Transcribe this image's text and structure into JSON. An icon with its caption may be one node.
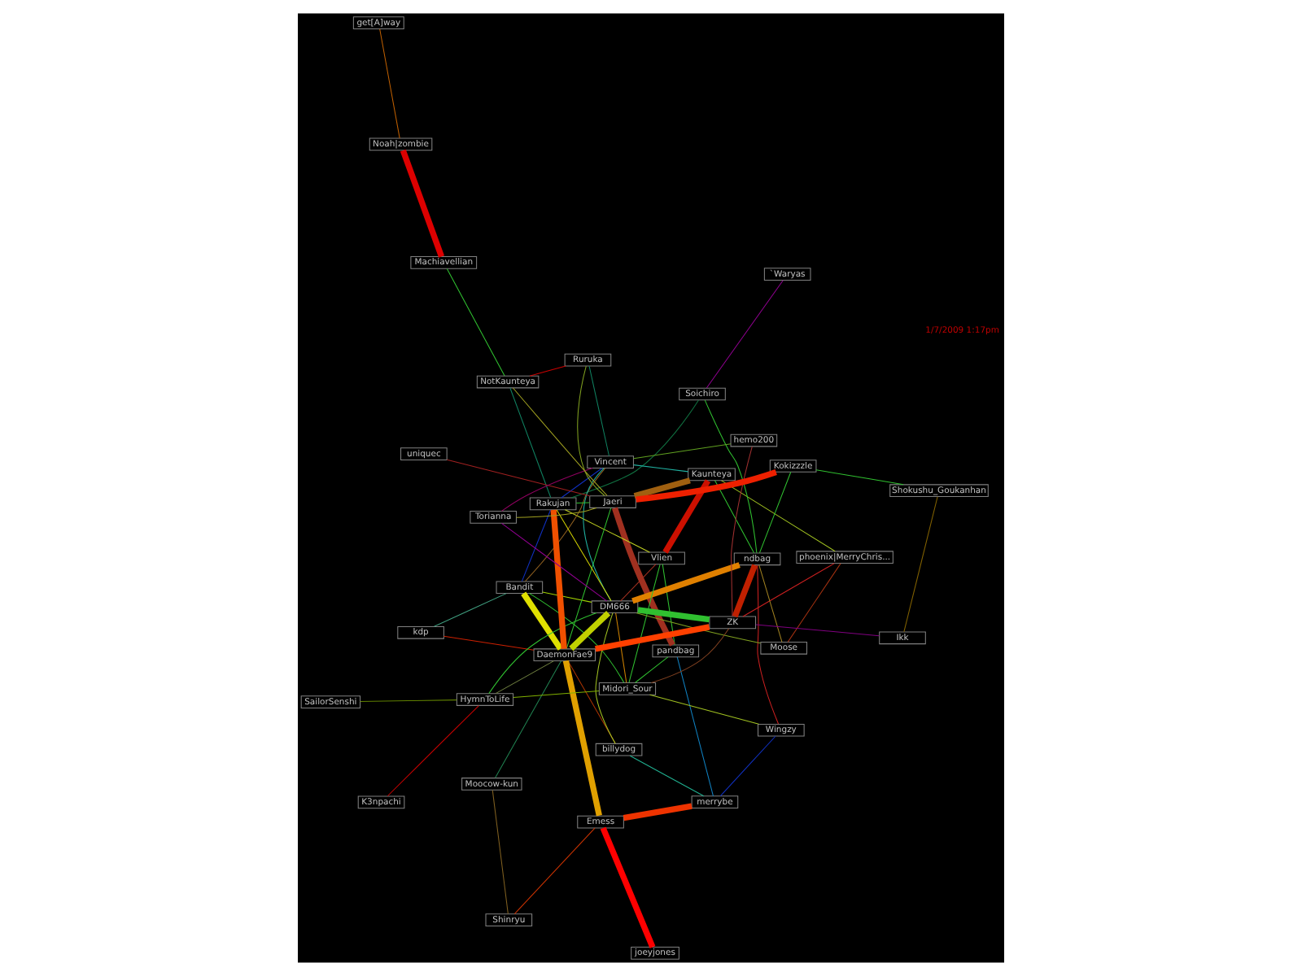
{
  "diagram": {
    "nodes": [
      {
        "text": [
          "Shinryu"
        ]
      },
      {
        "text": [
          "pandbag"
        ]
      },
      {
        "text": [
          "joeyjones"
        ]
      },
      {
        "text": [
          "phoenix|MerryChris..."
        ]
      },
      {
        "text": [
          "Wingzy"
        ]
      },
      {
        "text": [
          "merrybe"
        ]
      },
      {
        "text": [
          "Soichiro"
        ]
      },
      {
        "text": [
          "Moose"
        ]
      },
      {
        "text": [
          "ndbag"
        ]
      },
      {
        "text": [
          "Midori_Sour"
        ]
      },
      {
        "text": [
          "billydog"
        ]
      },
      {
        "text": [
          "Moocow-kun"
        ]
      },
      {
        "text": [
          "Vlien"
        ]
      },
      {
        "text": [
          "Emess"
        ]
      },
      {
        "text": [
          "`Waryas"
        ]
      },
      {
        "text": [
          "K3npachi"
        ]
      },
      {
        "text": [
          "kdp"
        ]
      },
      {
        "text": [
          "Bandit"
        ]
      },
      {
        "text": [
          "HymnToLife"
        ]
      },
      {
        "text": [
          "DaemonFae9"
        ]
      },
      {
        "text": [
          "ZK"
        ]
      },
      {
        "text": [
          "hemo200"
        ]
      },
      {
        "text": [
          "Kaunteya"
        ]
      },
      {
        "text": [
          "DM666"
        ]
      },
      {
        "text": [
          "Rakujan"
        ]
      },
      {
        "text": [
          "Vincent"
        ]
      },
      {
        "text": [
          "Shokushu_Goukanhan"
        ]
      },
      {
        "text": [
          "Jaeri"
        ]
      },
      {
        "text": [
          "uniquec"
        ]
      },
      {
        "text": [
          "Ikk"
        ]
      },
      {
        "text": [
          "SailorSenshi"
        ]
      },
      {
        "text": [
          "get[A]way"
        ]
      },
      {
        "text": [
          "Torianna"
        ]
      },
      {
        "text": [
          "Kokizzzle"
        ]
      },
      {
        "text": [
          "NotKaunteya"
        ]
      },
      {
        "text": [
          "Ruruka"
        ]
      },
      {
        "text": [
          "Machiavellian"
        ]
      },
      {
        "text": [
          "Noah|zombie"
        ]
      }
    ],
    "edges": [
      {
        "from": 0,
        "to": 13,
        "arrow": "none",
        "color": "#cc3300"
      },
      {
        "from": 11,
        "to": 0,
        "arrow": "none",
        "color": "#806020"
      },
      {
        "from": 2,
        "to": 13,
        "arrow": "none",
        "style": "thick",
        "color": "#ff0000"
      },
      {
        "from": 5,
        "to": 13,
        "arrow": "none",
        "style": "thick",
        "color": "#ee3300"
      },
      {
        "from": 5,
        "to": 10,
        "arrow": "none",
        "color": "#20b090"
      },
      {
        "from": 5,
        "to": 4,
        "arrow": "none",
        "color": "#1030c0"
      },
      {
        "from": 13,
        "to": 19,
        "arrow": "none",
        "style": "thick",
        "color": "#e0a000"
      },
      {
        "from": 10,
        "to": 19,
        "arrow": "none",
        "color": "#aa3300"
      },
      {
        "from": 10,
        "to": 23,
        "arrow": "none",
        "color": "#a0c020"
      },
      {
        "from": 18,
        "to": 15,
        "arrow": "none",
        "color": "#cc0000"
      },
      {
        "from": 18,
        "to": 30,
        "arrow": "none",
        "color": "#608000"
      },
      {
        "from": 18,
        "to": 9,
        "arrow": "none",
        "color": "#80b000"
      },
      {
        "from": 18,
        "to": 19,
        "arrow": "none",
        "color": "#708040"
      },
      {
        "from": 18,
        "to": 23,
        "arrow": "none"
      },
      {
        "from": 9,
        "to": 23,
        "arrow": "none",
        "color": "#cc8000"
      },
      {
        "from": 9,
        "to": 17,
        "arrow": "none"
      },
      {
        "from": 9,
        "to": 20,
        "arrow": "none",
        "color": "#804020"
      },
      {
        "from": 1,
        "to": 5,
        "arrow": "none",
        "color": "#1080c0"
      },
      {
        "from": 1,
        "to": 12,
        "arrow": "none"
      },
      {
        "from": 1,
        "to": 27,
        "arrow": "none",
        "style": "thick",
        "color": "#a03020"
      },
      {
        "from": 1,
        "to": 9,
        "arrow": "none"
      },
      {
        "from": 3,
        "to": 7,
        "arrow": "none",
        "color": "#a03010"
      },
      {
        "from": 3,
        "to": 20,
        "arrow": "none",
        "color": "#cc2020"
      },
      {
        "from": 3,
        "to": 22,
        "arrow": "none",
        "color": "#a0c020"
      },
      {
        "from": 4,
        "to": 8,
        "arrow": "none",
        "color": "#cc2020"
      },
      {
        "from": 4,
        "to": 9,
        "arrow": "none",
        "color": "#a0c020"
      },
      {
        "from": 6,
        "to": 8,
        "arrow": "none"
      },
      {
        "from": 6,
        "to": 14,
        "arrow": "none",
        "color": "#900090"
      },
      {
        "from": 6,
        "to": 24,
        "arrow": "none",
        "color": "#107040"
      },
      {
        "from": 11,
        "to": 19,
        "arrow": "none",
        "color": "#208050"
      },
      {
        "from": 12,
        "to": 22,
        "arrow": "none",
        "style": "thick",
        "color": "#cc1000"
      },
      {
        "from": 12,
        "to": 24,
        "arrow": "none",
        "color": "#c0d020"
      },
      {
        "from": 12,
        "to": 9,
        "arrow": "none"
      },
      {
        "from": 12,
        "to": 23,
        "arrow": "none",
        "color": "#a03020"
      },
      {
        "from": 7,
        "to": 8,
        "arrow": "none",
        "color": "#a08020"
      },
      {
        "from": 7,
        "to": 23,
        "arrow": "none",
        "color": "#80a020"
      },
      {
        "from": 8,
        "to": 20,
        "arrow": "none",
        "style": "thick",
        "color": "#c02000"
      },
      {
        "from": 8,
        "to": 23,
        "arrow": "none",
        "style": "thick",
        "color": "#e08000"
      },
      {
        "from": 8,
        "to": 22,
        "arrow": "none"
      },
      {
        "from": 17,
        "to": 19,
        "arrow": "none",
        "style": "thick",
        "color": "#e0e000"
      },
      {
        "from": 17,
        "to": 23,
        "arrow": "none",
        "color": "#a0d000"
      },
      {
        "from": 17,
        "to": 24,
        "arrow": "none",
        "color": "#1030c0"
      },
      {
        "from": 17,
        "to": 25,
        "arrow": "none",
        "color": "#906020"
      },
      {
        "from": 20,
        "to": 19,
        "arrow": "none",
        "style": "thick",
        "color": "#ff4000"
      },
      {
        "from": 20,
        "to": 23,
        "arrow": "none",
        "style": "thick"
      },
      {
        "from": 24,
        "to": 19,
        "arrow": "none",
        "style": "thick",
        "color": "#f05000"
      },
      {
        "from": 24,
        "to": 23,
        "arrow": "none",
        "color": "#d0d000"
      },
      {
        "from": 24,
        "to": 27,
        "arrow": "none"
      },
      {
        "from": 24,
        "to": 34,
        "arrow": "none",
        "color": "#108060"
      },
      {
        "from": 24,
        "to": 25,
        "arrow": "none",
        "color": "#1030c0"
      },
      {
        "from": 21,
        "to": 20,
        "arrow": "none",
        "color": "#a03030"
      },
      {
        "from": 21,
        "to": 25,
        "arrow": "none",
        "color": "#60a020"
      },
      {
        "from": 22,
        "to": 27,
        "arrow": "none",
        "style": "thick",
        "color": "#a06010"
      },
      {
        "from": 22,
        "to": 25,
        "arrow": "none",
        "color": "#20b0a0"
      },
      {
        "from": 19,
        "to": 27,
        "arrow": "none"
      },
      {
        "from": 19,
        "to": 23,
        "arrow": "none",
        "style": "thick",
        "color": "#c0d000"
      },
      {
        "from": 23,
        "to": 25,
        "arrow": "none",
        "color": "#20b0a0"
      },
      {
        "from": 27,
        "to": 33,
        "arrow": "none",
        "style": "thick",
        "color": "#ee2000"
      },
      {
        "from": 27,
        "to": 32,
        "arrow": "none",
        "color": "#a0a020"
      },
      {
        "from": 27,
        "to": 35,
        "arrow": "none",
        "color": "#80a020"
      },
      {
        "from": 26,
        "to": 33,
        "arrow": "none"
      },
      {
        "from": 26,
        "to": 29,
        "arrow": "none",
        "color": "#806000"
      },
      {
        "from": 28,
        "to": 27,
        "arrow": "none",
        "color": "#a02020"
      },
      {
        "from": 31,
        "to": 37,
        "arrow": "none",
        "color": "#c06000"
      },
      {
        "from": 34,
        "to": 27,
        "arrow": "none",
        "color": "#a0a020"
      },
      {
        "from": 34,
        "to": 35,
        "arrow": "none",
        "color": "#cc0000"
      },
      {
        "from": 34,
        "to": 36,
        "arrow": "none"
      },
      {
        "from": 36,
        "to": 37,
        "arrow": "none",
        "style": "thick",
        "color": "#dd0000"
      },
      {
        "from": 35,
        "to": 25,
        "arrow": "none",
        "color": "#108060"
      },
      {
        "from": 32,
        "to": 25,
        "arrow": "none",
        "color": "#900060"
      },
      {
        "from": 32,
        "to": 23,
        "arrow": "none",
        "color": "#900090"
      },
      {
        "from": 29,
        "to": 20,
        "arrow": "none",
        "color": "#800080"
      },
      {
        "from": 16,
        "to": 19,
        "arrow": "none",
        "color": "#cc2000"
      },
      {
        "from": 16,
        "to": 17,
        "arrow": "none",
        "color": "#40a080"
      },
      {
        "from": 33,
        "to": 8,
        "arrow": "none"
      }
    ],
    "labels": [
      "1/7/2009 1:17pm"
    ]
  }
}
